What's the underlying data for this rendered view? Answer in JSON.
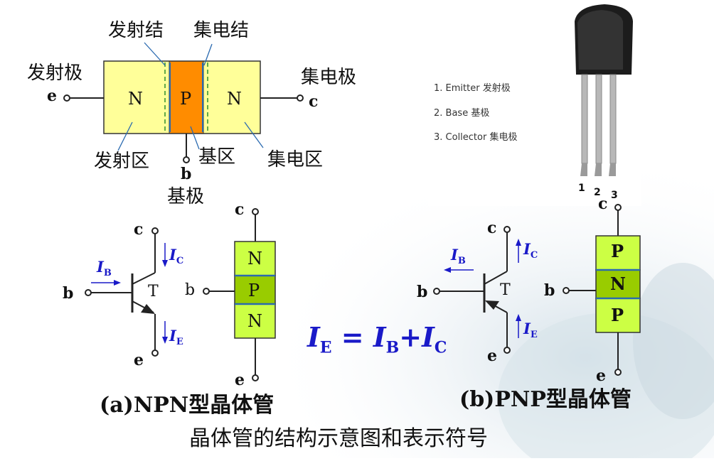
{
  "structure": {
    "emitter_junction": "发射结",
    "collector_junction": "集电结",
    "emitter_electrode": "发射极",
    "collector_electrode": "集电极",
    "emitter_region": "发射区",
    "base_region": "基区",
    "collector_region": "集电区",
    "base_electrode": "基极",
    "layers": [
      "N",
      "P",
      "N"
    ],
    "terminals": {
      "e": "e",
      "c": "c",
      "b": "b"
    },
    "colors": {
      "n_region": "#ffff99",
      "p_region": "#ff8c00"
    }
  },
  "package_legend": {
    "items": [
      "1. Emitter  发射极",
      "2. Base   基极",
      "3. Collector 集电极"
    ],
    "pins": [
      "1",
      "2",
      "3"
    ]
  },
  "npn": {
    "caption": "(a)NPN型晶体管",
    "transistor_label": "T",
    "terminals": {
      "c": "c",
      "b": "b",
      "e": "e"
    },
    "layers": [
      "N",
      "P",
      "N"
    ],
    "currents": {
      "ib": "I",
      "ib_sub": "B",
      "ic": "I",
      "ic_sub": "C",
      "ie": "I",
      "ie_sub": "E"
    }
  },
  "pnp": {
    "caption": "(b)PNP型晶体管",
    "transistor_label": "T",
    "terminals": {
      "c": "c",
      "b": "b",
      "e": "e"
    },
    "layers": [
      "P",
      "N",
      "P"
    ],
    "currents": {
      "ib": "I",
      "ib_sub": "B",
      "ic": "I",
      "ic_sub": "C",
      "ie": "I",
      "ie_sub": "E"
    }
  },
  "equation": {
    "i1": "I",
    "s1": "E",
    "eq": " = ",
    "i2": "I",
    "s2": "B",
    "plus": "+",
    "i3": "I",
    "s3": "C"
  },
  "title": "晶体管的结构示意图和表示符号",
  "colors": {
    "symbol_layer": "#ccff44",
    "middle_layer": "#99cc00",
    "current": "#1a1ac8"
  }
}
